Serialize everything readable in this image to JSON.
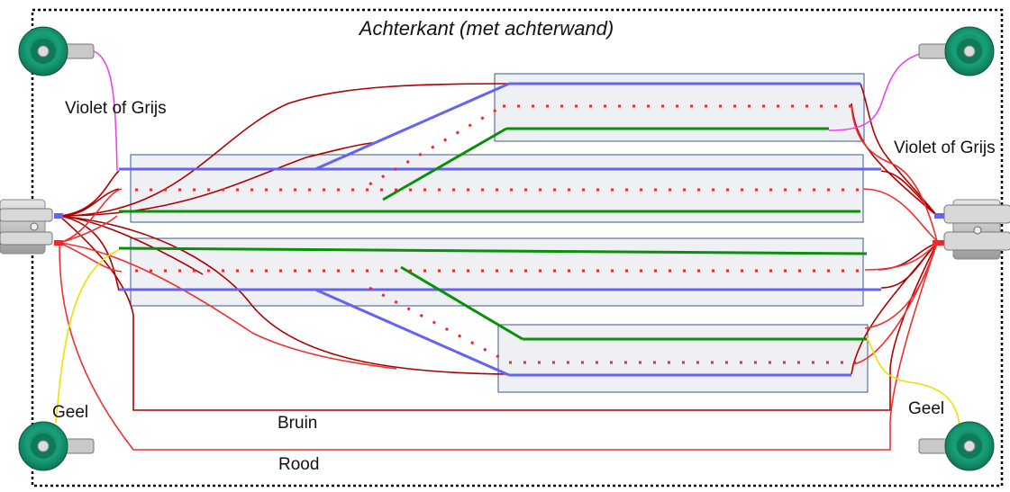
{
  "title": "Achterkant (met achterwand)",
  "labels": {
    "violet_left": "Violet of Grijs",
    "violet_right": "Violet of Grijs",
    "geel_left": "Geel",
    "geel_right": "Geel",
    "bruin": "Bruin",
    "rood": "Rood"
  },
  "colors": {
    "rail_blue": "#6464f0",
    "rail_green": "#089008",
    "center_red": "#f02828",
    "wire_brown": "#b00000",
    "wire_red": "#f03030",
    "wire_violet": "#f040f0",
    "wire_yellow": "#f0e000",
    "board_fill": "#eef0f4",
    "board_stroke": "#3a5a8a",
    "terminal_green": "#129a70",
    "plug_grey": "#c8c8c8"
  },
  "icons": {
    "terminal": "banana-socket-icon",
    "plug": "track-plug-icon"
  }
}
